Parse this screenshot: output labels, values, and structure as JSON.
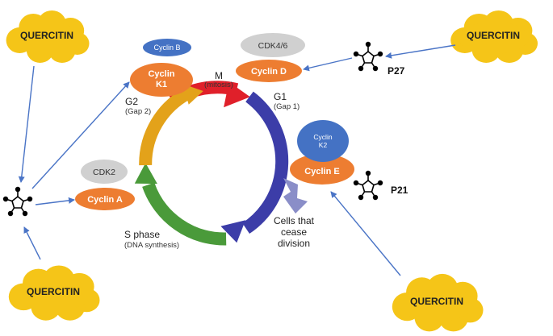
{
  "quercitin": {
    "top_left": "QUERCITIN",
    "top_right": "QUERCITIN",
    "bottom_left": "QUERCITIN",
    "bottom_right": "QUERCITIN"
  },
  "phases": {
    "m": {
      "name": "M",
      "sub": "(mitosis)"
    },
    "g1": {
      "name": "G1",
      "sub": "(Gap 1)"
    },
    "g2": {
      "name": "G2",
      "sub": "(Gap 2)"
    },
    "s": {
      "name": "S phase",
      "sub": "(DNA synthesis)"
    }
  },
  "proteins": {
    "cyclin_b": "Cyclin B",
    "cyclin_k1": {
      "line1": "Cyclin",
      "line2": "K1"
    },
    "cdk46": "CDK4/6",
    "cyclin_d": "Cyclin D",
    "cyclin_k2": {
      "line1": "Cyclin",
      "line2": "K2"
    },
    "cyclin_e": "Cyclin E",
    "cdk2": "CDK2",
    "cyclin_a": "Cyclin A"
  },
  "inhibitors": {
    "p27": "P27",
    "p21": "P21"
  },
  "cease": {
    "line1": "Cells that",
    "line2": "cease",
    "line3": "division"
  },
  "colors": {
    "cloud": "#f5c518",
    "cyclin_orange": "#ed7d31",
    "cdk_gray": "#d0d0d0",
    "cyclin_blue": "#4472c4",
    "arrow_blue": "#4a74c6",
    "phase_m": "#e0202a",
    "phase_g1": "#3c3da8",
    "phase_s": "#4a9a3a",
    "phase_g2": "#e3a21a",
    "cease_arrow": "#8a8ec8"
  }
}
